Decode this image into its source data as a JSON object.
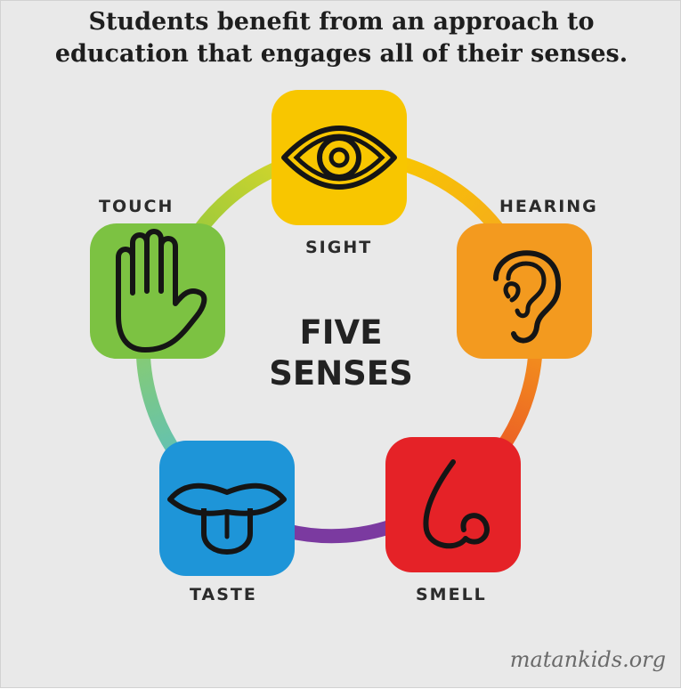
{
  "headline": {
    "line1": "Students benefit from an approach to",
    "line2": "education that engages all of their senses."
  },
  "center": {
    "line1": "FIVE",
    "line2": "SENSES"
  },
  "senses": {
    "sight": {
      "label": "SIGHT",
      "color": "#f8c600",
      "icon": "eye-icon"
    },
    "hearing": {
      "label": "HEARING",
      "color": "#f39a1f",
      "icon": "ear-icon"
    },
    "smell": {
      "label": "SMELL",
      "color": "#e52227",
      "icon": "nose-icon"
    },
    "taste": {
      "label": "TASTE",
      "color": "#1e95d8",
      "icon": "tongue-icon"
    },
    "touch": {
      "label": "TOUCH",
      "color": "#7cc242",
      "icon": "hand-icon"
    }
  },
  "ring_colors": {
    "sight_hearing": "#f8bd1e",
    "hearing_smell": "#f06a22",
    "smell_taste": "#7b3aa0",
    "taste_touch": "#7fc9a3",
    "touch_sight": "#b5d334"
  },
  "watermark": "matankids.org"
}
